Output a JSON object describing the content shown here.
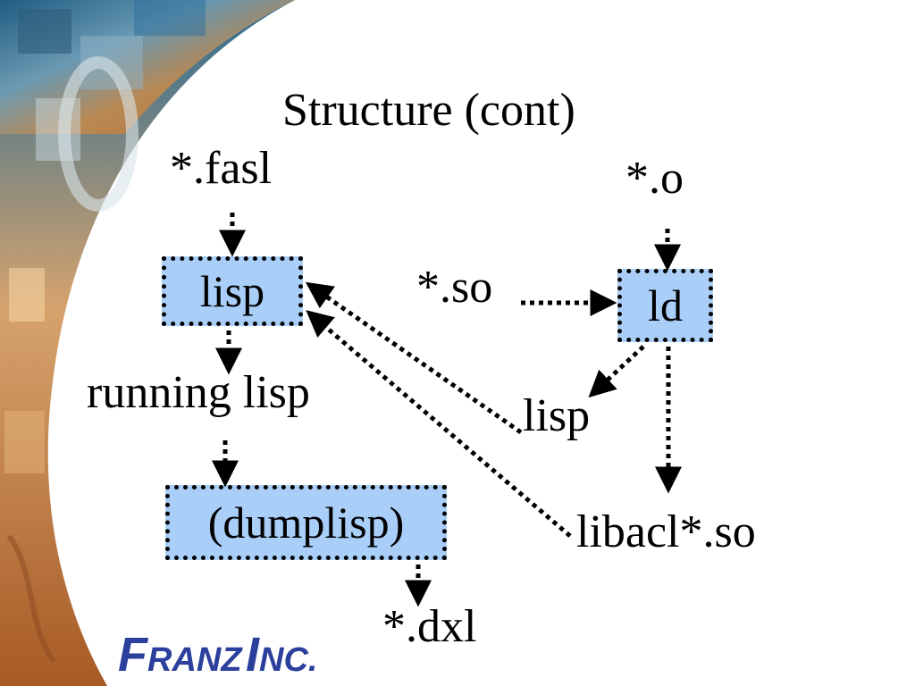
{
  "slide": {
    "title": "Structure (cont)",
    "labels": {
      "fasl": "*.fasl",
      "obj": "*.o",
      "so": "*.so",
      "running_lisp": "running lisp",
      "lisp_output": "lisp",
      "libacl": "libacl*.so",
      "dxl": "*.dxl"
    },
    "boxes": {
      "lisp": "lisp",
      "ld": "ld",
      "dumplisp": "(dumplisp)"
    },
    "colors": {
      "box_fill": "#a9cef8",
      "logo": "#2b3f9c",
      "arrow": "#000000"
    }
  },
  "logo": {
    "franz_first": "F",
    "franz_rest": "RANZ",
    "inc_first": "I",
    "inc_rest": "NC."
  }
}
